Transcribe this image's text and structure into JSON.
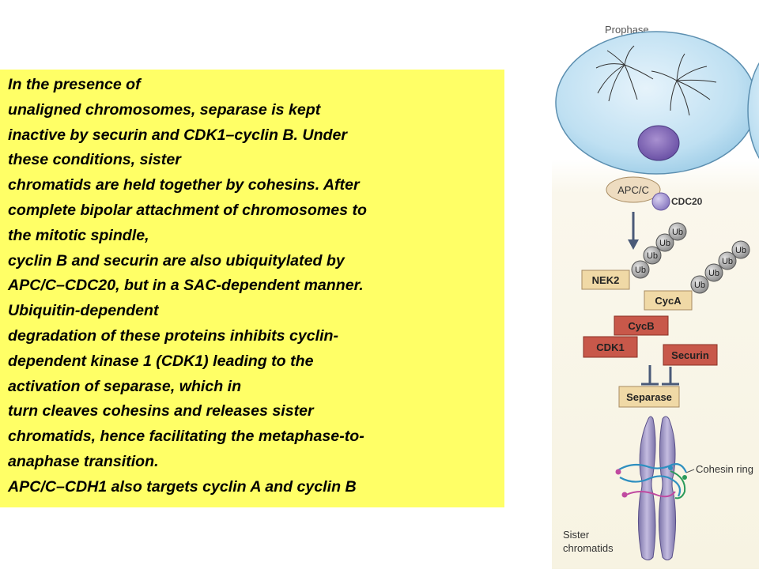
{
  "text_panel": {
    "lines": [
      "In the presence of",
      "unaligned chromosomes, separase is kept",
      "inactive by securin and CDK1–cyclin B. Under",
      "these conditions, sister",
      "chromatids are held together by cohesins. After",
      "complete bipolar attachment of chromosomes to",
      "the mitotic spindle,",
      "cyclin B and securin are also ubiquitylated by",
      "APC/C–CDC20, but in a SAC-dependent manner.",
      "Ubiquitin-dependent",
      "degradation of these proteins inhibits cyclin-",
      "dependent kinase 1 (CDK1) leading to the",
      "activation of separase, which in",
      "turn cleaves cohesins and releases sister",
      "chromatids, hence facilitating the metaphase-to-",
      "anaphase transition.",
      "APC/C–CDH1 also targets cyclin A and cyclin B"
    ]
  },
  "diagram": {
    "prophase_label": "Prophase",
    "apc_c": "APC/C",
    "cdc20": "CDC20",
    "ub": "Ub",
    "nek2": "NEK2",
    "cyca": "CycA",
    "cycb": "CycB",
    "cdk1": "CDK1",
    "securin": "Securin",
    "separase": "Separase",
    "cohesin_ring": "Cohesin ring",
    "sister_line1": "Sister",
    "sister_line2": "chromatids"
  }
}
